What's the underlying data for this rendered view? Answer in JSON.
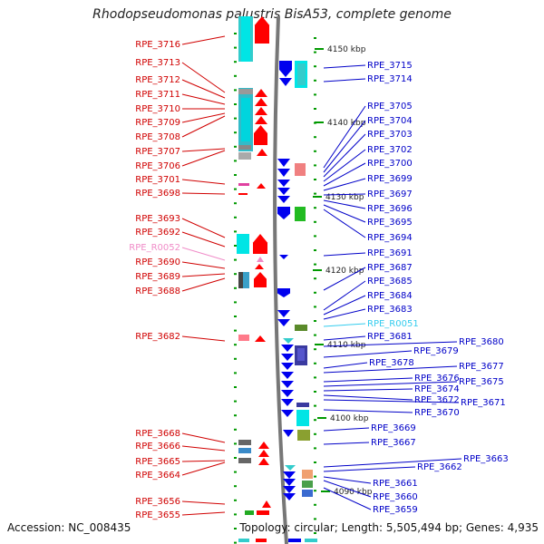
{
  "title": "Rhodopseudomonas palustris BisA53, complete genome",
  "footer": {
    "accession": "Accession: NC_008435",
    "topology": "Topology: circular; Length: 5,505,494 bp; Genes: 4,935"
  },
  "colors": {
    "left_label": "#d00000",
    "right_label": "#0000c8",
    "rna_left_label": "#f08cc8",
    "rna_right_label": "#33ccee",
    "forward_gene": "#ff0000",
    "reverse_gene": "#0000ee",
    "tick": "#009900"
  },
  "kbp_markers": [
    {
      "label": "4150 kbp"
    },
    {
      "label": "4140 kbp"
    },
    {
      "label": "4130 kbp"
    },
    {
      "label": "4120 kbp"
    },
    {
      "label": "4110 kbp"
    },
    {
      "label": "4100 kbp"
    },
    {
      "label": "4090 kbp"
    }
  ],
  "left_labels": [
    {
      "text": "RPE_3716"
    },
    {
      "text": "RPE_3713"
    },
    {
      "text": "RPE_3712"
    },
    {
      "text": "RPE_3711"
    },
    {
      "text": "RPE_3710"
    },
    {
      "text": "RPE_3709"
    },
    {
      "text": "RPE_3708"
    },
    {
      "text": "RPE_3707"
    },
    {
      "text": "RPE_3706"
    },
    {
      "text": "RPE_3701"
    },
    {
      "text": "RPE_3698"
    },
    {
      "text": "RPE_3693"
    },
    {
      "text": "RPE_3692"
    },
    {
      "text": "RPE_R0052",
      "rna": true
    },
    {
      "text": "RPE_3690"
    },
    {
      "text": "RPE_3689"
    },
    {
      "text": "RPE_3688"
    },
    {
      "text": "RPE_3682"
    },
    {
      "text": "RPE_3668"
    },
    {
      "text": "RPE_3666"
    },
    {
      "text": "RPE_3665"
    },
    {
      "text": "RPE_3664"
    },
    {
      "text": "RPE_3656"
    },
    {
      "text": "RPE_3655"
    }
  ],
  "right_labels": [
    {
      "text": "RPE_3715"
    },
    {
      "text": "RPE_3714"
    },
    {
      "text": "RPE_3705"
    },
    {
      "text": "RPE_3704"
    },
    {
      "text": "RPE_3703"
    },
    {
      "text": "RPE_3702"
    },
    {
      "text": "RPE_3700"
    },
    {
      "text": "RPE_3699"
    },
    {
      "text": "RPE_3697"
    },
    {
      "text": "RPE_3696"
    },
    {
      "text": "RPE_3695"
    },
    {
      "text": "RPE_3694"
    },
    {
      "text": "RPE_3691"
    },
    {
      "text": "RPE_3687"
    },
    {
      "text": "RPE_3685"
    },
    {
      "text": "RPE_3684"
    },
    {
      "text": "RPE_3683"
    },
    {
      "text": "RPE_R0051",
      "rna": true
    },
    {
      "text": "RPE_3681"
    },
    {
      "text": "RPE_3680"
    },
    {
      "text": "RPE_3679"
    },
    {
      "text": "RPE_3678"
    },
    {
      "text": "RPE_3677"
    },
    {
      "text": "RPE_3676"
    },
    {
      "text": "RPE_3675"
    },
    {
      "text": "RPE_3674"
    },
    {
      "text": "RPE_3672"
    },
    {
      "text": "RPE_3671"
    },
    {
      "text": "RPE_3670"
    },
    {
      "text": "RPE_3669"
    },
    {
      "text": "RPE_3667"
    },
    {
      "text": "RPE_3663"
    },
    {
      "text": "RPE_3662"
    },
    {
      "text": "RPE_3661"
    },
    {
      "text": "RPE_3660"
    },
    {
      "text": "RPE_3659"
    }
  ]
}
